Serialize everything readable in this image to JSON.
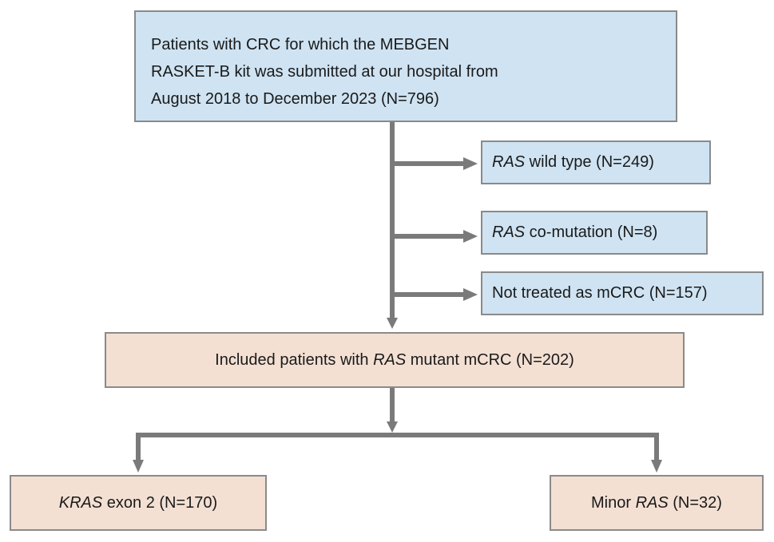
{
  "source_box": {
    "lines": [
      "Patients with CRC for which the MEBGEN",
      "RASKET-B kit was submitted at our hospital from",
      "August 2018 to December 2023 (N=796)"
    ]
  },
  "exclusions": [
    {
      "gene": "RAS",
      "text": " wild type (N=249)"
    },
    {
      "gene": "RAS",
      "text": " co-mutation (N=8)"
    },
    {
      "gene": "",
      "text": "Not treated as mCRC (N=157)"
    }
  ],
  "included_box": {
    "prefix": "Included patients with ",
    "gene": "RAS",
    "suffix": " mutant mCRC (N=202)"
  },
  "subgroups": [
    {
      "prefix": "",
      "gene": "KRAS",
      "suffix": " exon 2 (N=170)"
    },
    {
      "prefix": "Minor ",
      "gene": "RAS",
      "suffix": " (N=32)"
    }
  ],
  "colors": {
    "blue_fill": "#cfe3f2",
    "tan_fill": "#f3e0d3",
    "border": "#8a8a8a",
    "arrow": "#7a7a7a"
  }
}
